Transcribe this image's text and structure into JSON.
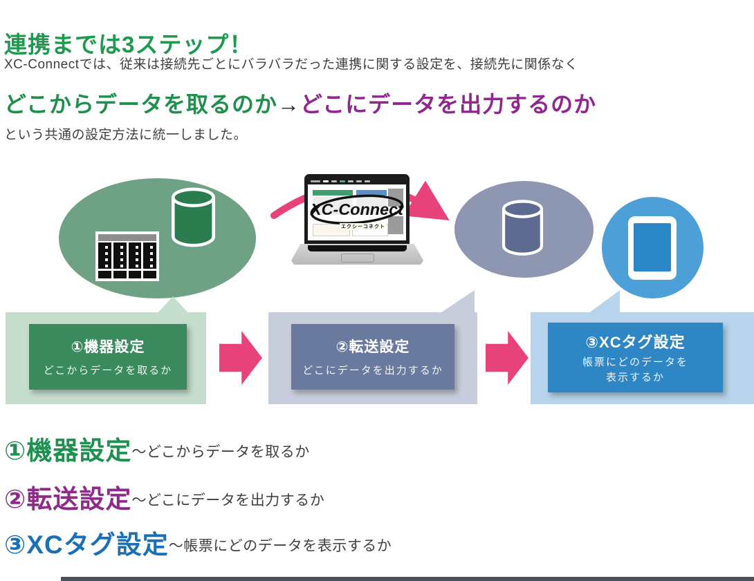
{
  "page": {
    "title": "連携までは3ステップ！",
    "intro": "XC-Connectでは、従来は接続先ごとにバラバラだった連携に関する設定を、接続先に関係なく",
    "flow_source": "どこからデータを取るのか",
    "flow_arrow": "→",
    "flow_dest": "どこにデータを出力するのか",
    "outro": "という共通の設定方法に統一しました。"
  },
  "diagram": {
    "laptop": {
      "logo": "XC-Connect",
      "logo_sub": "エクシーコネクト"
    },
    "steps": [
      {
        "title": "①機器設定",
        "subtitle": "どこからデータを取るか"
      },
      {
        "title": "②転送設定",
        "subtitle": "どこにデータを出力するか"
      },
      {
        "title": "③XCタグ設定",
        "subtitle": "帳票にどのデータを\n表示するか"
      }
    ],
    "icons": [
      "server-rack",
      "database-cylinder",
      "laptop",
      "database-cylinder",
      "tablet"
    ],
    "colors": {
      "step1_inner": "#3a8a5e",
      "step1_outer": "#c5ddcd",
      "step2_inner": "#6a7a9e",
      "step2_outer": "#c7cdda",
      "step3_inner": "#2e86c5",
      "step3_outer": "#b7d4ec",
      "arrow_pink": "#e8427b",
      "source_ellipse": "#6fa284",
      "source_cylinder": "#2b7c4e",
      "transfer_ellipse": "#8e97b1",
      "transfer_cylinder": "#5d6b90",
      "output_circle": "#4d9fd8",
      "tablet_screen": "#2c87c9",
      "heading_green": "#1d9a4e",
      "accent_purple": "#8e2b8a",
      "accent_blue": "#1b6fb5"
    }
  },
  "legend": {
    "items": [
      {
        "title": "①機器設定",
        "description": "～どこからデータを取るか"
      },
      {
        "title": "②転送設定",
        "description": "～どこにデータを出力するか"
      },
      {
        "title": "③XCタグ設定",
        "description": "～帳票にどのデータを表示するか"
      }
    ]
  }
}
